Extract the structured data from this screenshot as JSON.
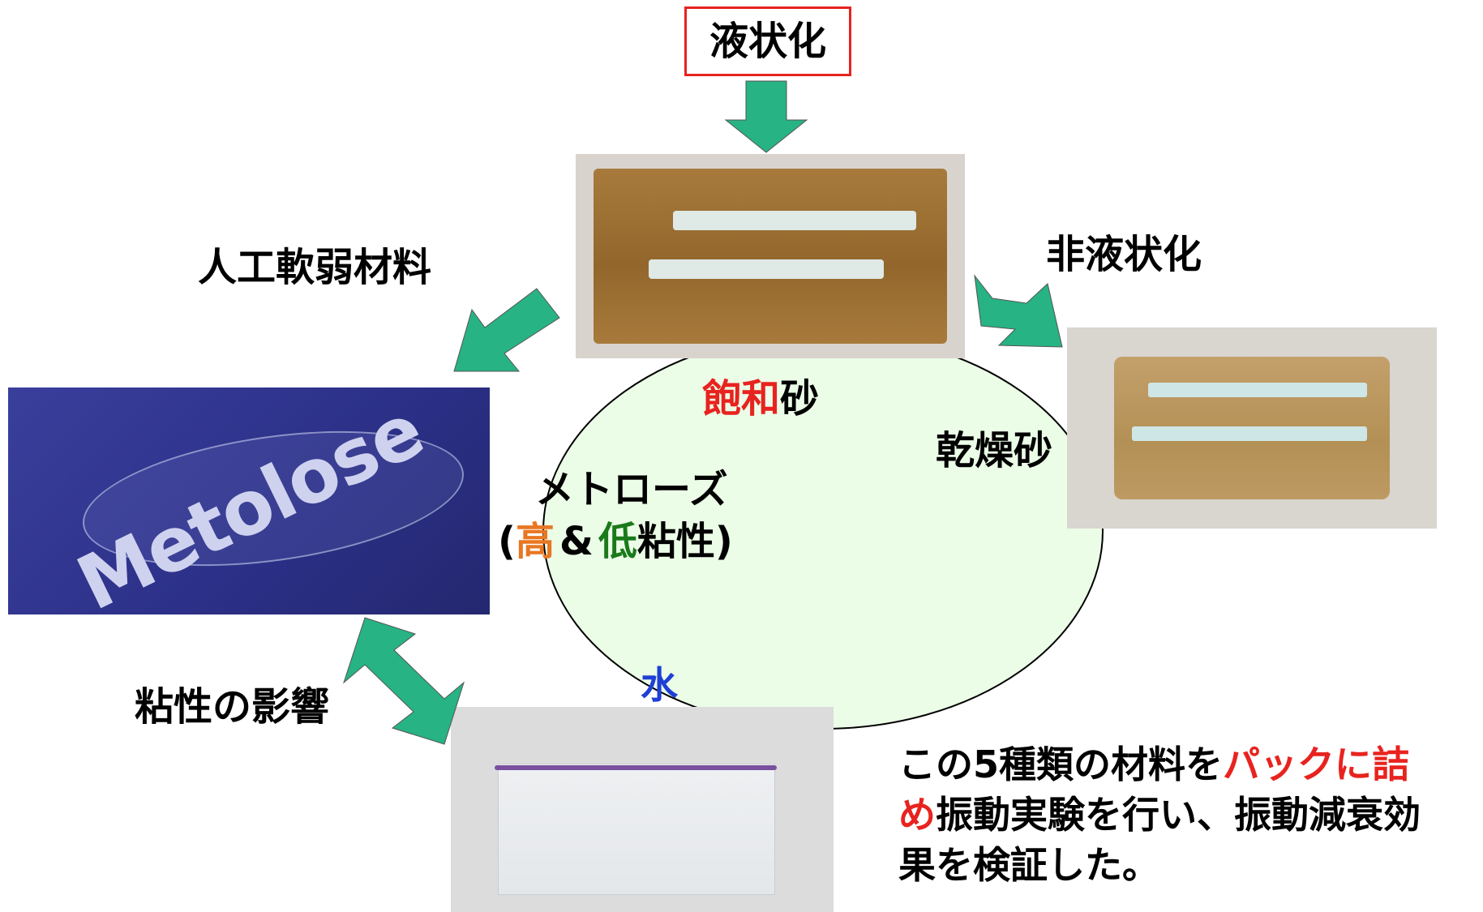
{
  "top_label": "液状化",
  "left_top_label": "人工軟弱材料",
  "right_top_label": "非液状化",
  "left_bottom_label": "粘性の影響",
  "center": {
    "saturated_sand": {
      "highlight": "飽和",
      "rest": "砂"
    },
    "dry_sand": "乾燥砂",
    "metolose_title": "メトローズ",
    "metolose_sub": {
      "open": "(",
      "high": "高",
      "amp": "&",
      "low": "低",
      "rest": "粘性",
      "close": ")"
    },
    "water": "水"
  },
  "metolose_photo_text": "Metolose",
  "description": {
    "line1_black": "この5種類の材料を",
    "line1_red": "パックに詰",
    "line2_red": "め",
    "line2_black": "振動実験を行い、振動減衰効",
    "line3": "果を検証した。"
  },
  "colors": {
    "arrow_fill": "#27b383",
    "ellipse_fill": "#ebfde7",
    "red": "#e8231f",
    "orange": "#e87722",
    "green": "#1a7a1a",
    "blue": "#1f3fd6"
  }
}
